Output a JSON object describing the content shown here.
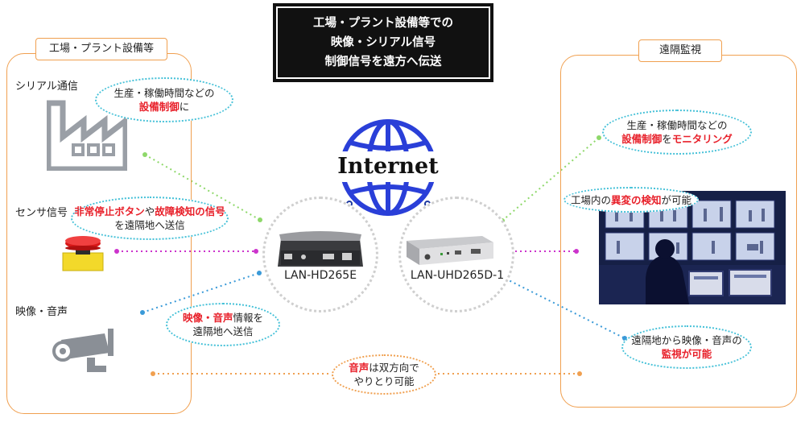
{
  "title": {
    "line1": "工場・プラント設備等での",
    "line2": "映像・シリアル信号",
    "line3": "制御信号を遠方へ伝送"
  },
  "left_region": {
    "label": "工場・プラント設備等",
    "serial_label": "シリアル通信",
    "sensor_label": "センサ信号",
    "av_label": "映像・音声"
  },
  "right_region": {
    "label": "遠隔監視"
  },
  "bubbles": {
    "serial": {
      "line1": "生産・稼働時間などの",
      "red": "設備制御",
      "suffix": "に"
    },
    "sensor": {
      "red1": "非常停止ボタン",
      "mid": "や",
      "red2": "故障検知の信号",
      "line2": "を遠隔地へ送信"
    },
    "av": {
      "red": "映像・音声",
      "suffix": "情報を",
      "line2": "遠隔地へ送信"
    },
    "monitor": {
      "line1": "生産・稼働時間などの",
      "red1": "設備制御",
      "mid": "を",
      "red2": "モニタリング"
    },
    "anomaly": {
      "prefix": "工場内の",
      "red": "異変の検知",
      "suffix": "が可能"
    },
    "remote": {
      "line1": "遠隔地から映像・音声の",
      "red": "監視が可能"
    },
    "audio": {
      "red": "音声",
      "suffix": "は双方向で",
      "line2": "やりとり可能"
    }
  },
  "internet_label": "Internet",
  "devices": {
    "encoder": "LAN-HD265E",
    "decoder": "LAN-UHD265D-1"
  },
  "colors": {
    "accent_orange": "#f0a050",
    "bubble_cyan": "#45c1d8",
    "highlight_red": "#e8202a",
    "line_green": "#8ed86a",
    "line_magenta": "#cc33cc",
    "line_blue": "#3a9ad8",
    "globe_blue": "#2a3fd8"
  }
}
